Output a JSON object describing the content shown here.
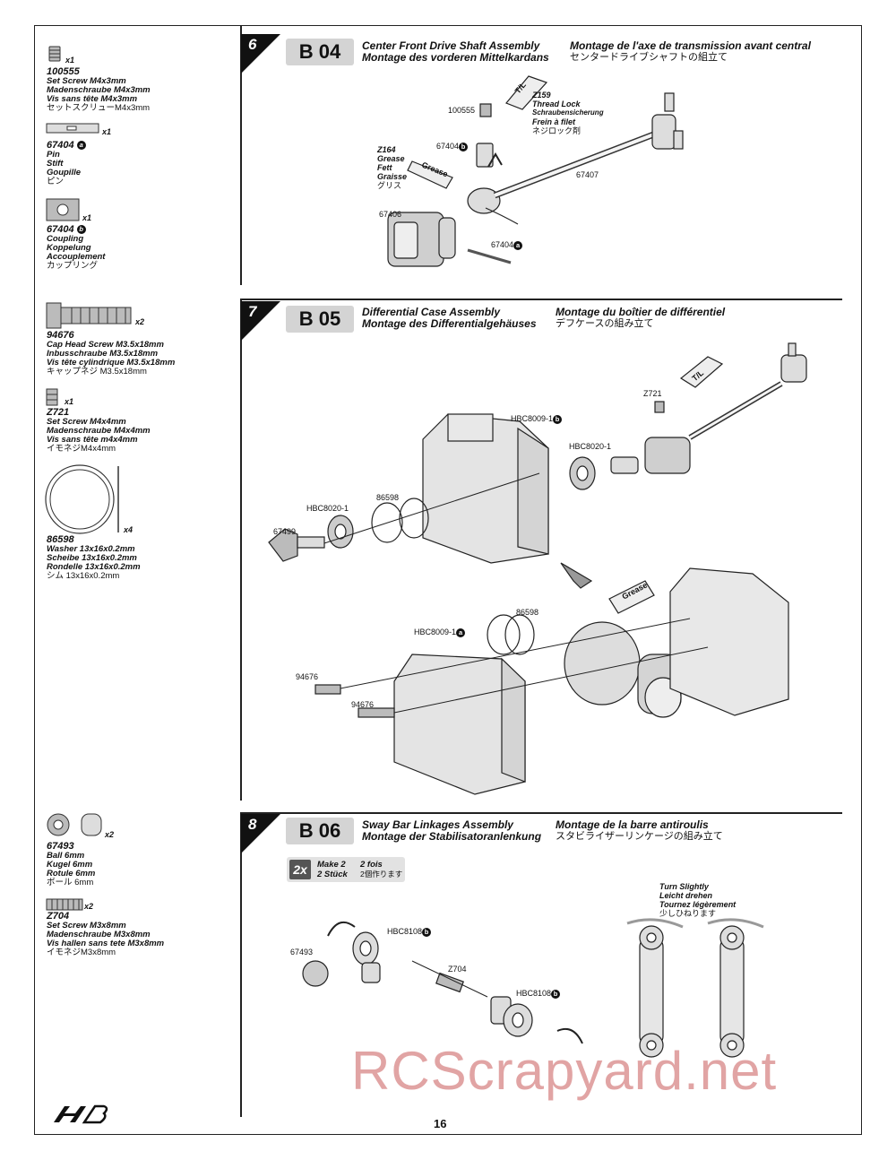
{
  "page": {
    "number": "16",
    "watermark": "RCScrapyard.net",
    "logo": "HB"
  },
  "parts": [
    {
      "qty": "x1",
      "num": "100555",
      "en": "Set Screw M4x3mm",
      "de": "Madenschraube M4x3mm",
      "fr": "Vis sans tête M4x3mm",
      "ja": "セットスクリューM4x3mm"
    },
    {
      "qty": "x1",
      "num": "67404",
      "badge": "a",
      "en": "Pin",
      "de": "Stift",
      "fr": "Goupille",
      "ja": "ピン"
    },
    {
      "qty": "x1",
      "num": "67404",
      "badge": "b",
      "en": "Coupling",
      "de": "Koppelung",
      "fr": "Accouplement",
      "ja": "カップリング"
    },
    {
      "qty": "x2",
      "num": "94676",
      "en": "Cap Head Screw M3.5x18mm",
      "de": "Inbusschraube M3.5x18mm",
      "fr": "Vis tête cylindrique M3.5x18mm",
      "ja": "キャップネジ M3.5x18mm"
    },
    {
      "qty": "x1",
      "num": "Z721",
      "en": "Set Screw M4x4mm",
      "de": "Madenschraube M4x4mm",
      "fr": "Vis sans tête m4x4mm",
      "ja": "イモネジM4x4mm"
    },
    {
      "qty": "x4",
      "num": "86598",
      "en": "Washer 13x16x0.2mm",
      "de": "Scheibe 13x16x0.2mm",
      "fr": "Rondelle 13x16x0.2mm",
      "ja": "シム 13x16x0.2mm"
    },
    {
      "qty": "x2",
      "num": "67493",
      "en": "Ball 6mm",
      "de": "Kugel 6mm",
      "fr": "Rotule 6mm",
      "ja": "ボール 6mm"
    },
    {
      "qty": "x2",
      "num": "Z704",
      "en": "Set Screw M3x8mm",
      "de": "Madenschraube M3x8mm",
      "fr": "Vis  hallen sans tete M3x8mm",
      "ja": "イモネジM3x8mm"
    }
  ],
  "steps": [
    {
      "num": "6",
      "code": "B 04",
      "en": "Center Front Drive Shaft Assembly",
      "de": "Montage des vorderen Mittelkardans",
      "fr": "Montage de l'axe de transmission avant central",
      "ja": "センタードライブシャフトの組立て"
    },
    {
      "num": "7",
      "code": "B 05",
      "en": "Differential Case Assembly",
      "de": "Montage des Differentialgehäuses",
      "fr": "Montage du boîtier de différentiel",
      "ja": "デフケースの組み立て"
    },
    {
      "num": "8",
      "code": "B 06",
      "en": "Sway Bar Linkages Assembly",
      "de": "Montage der Stabilisatoranlenkung",
      "fr": "Montage de la barre antiroulis",
      "ja": "スタビライザーリンケージの組み立て"
    }
  ],
  "step6": {
    "l_100555": "100555",
    "l_67404b": "67404",
    "l_67407": "67407",
    "l_67406": "67406",
    "l_67404a": "67404",
    "threadlock": {
      "code": "Z159",
      "en": "Thread Lock",
      "de": "Schraubensicherung",
      "fr": "Frein à filet",
      "ja": "ネジロック剤",
      "tube": "T/L"
    },
    "grease": {
      "code": "Z164",
      "en": "Grease",
      "de": "Fett",
      "fr": "Graisse",
      "ja": "グリス",
      "tube": "Grease"
    }
  },
  "step7": {
    "l_z721": "Z721",
    "l_hbc8009_1b": "HBC8009-1",
    "l_hbc8020_1_right": "HBC8020-1",
    "l_hbc8020_1_left": "HBC8020-1",
    "l_86598_top": "86598",
    "l_67499": "67499",
    "l_86598_bottom": "86598",
    "l_hbc8009_1a": "HBC8009-1",
    "l_94676_a": "94676",
    "l_94676_b": "94676",
    "tl_tube": "T/L",
    "grease_tube": "Grease"
  },
  "step8": {
    "make": {
      "qty": "2x",
      "en": "Make 2",
      "de": "2 Stück",
      "fr": "2 fois",
      "ja": "2個作ります"
    },
    "l_hbc8108_top": "HBC8108",
    "l_67493": "67493",
    "l_z704": "Z704",
    "l_hbc8108_bottom": "HBC8108",
    "turn": {
      "en": "Turn Slightly",
      "de": "Leicht drehen",
      "fr": "Tournez légèrement",
      "ja": "少しひねります"
    }
  }
}
